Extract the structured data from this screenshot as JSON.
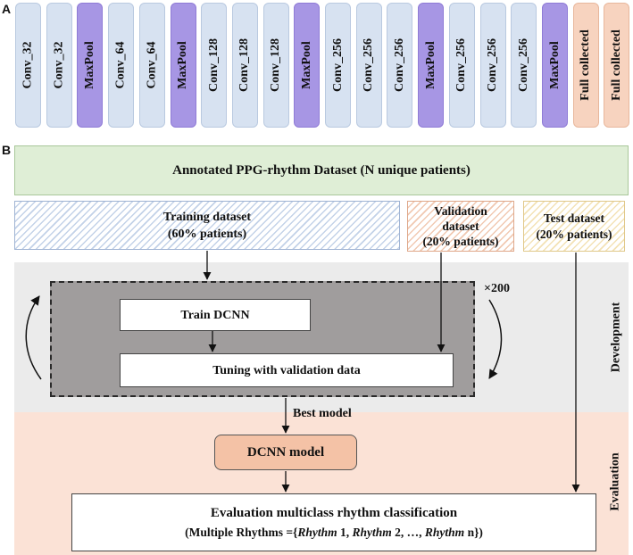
{
  "panel_a": {
    "letter": "A",
    "layers": [
      {
        "label": "Conv_32",
        "kind": "conv"
      },
      {
        "label": "Conv_32",
        "kind": "conv"
      },
      {
        "label": "MaxPool",
        "kind": "pool"
      },
      {
        "label": "Conv_64",
        "kind": "conv"
      },
      {
        "label": "Conv_64",
        "kind": "conv"
      },
      {
        "label": "MaxPool",
        "kind": "pool"
      },
      {
        "label": "Conv_128",
        "kind": "conv"
      },
      {
        "label": "Conv_128",
        "kind": "conv"
      },
      {
        "label": "Conv_128",
        "kind": "conv"
      },
      {
        "label": "MaxPool",
        "kind": "pool"
      },
      {
        "label": "Conv_256",
        "kind": "conv"
      },
      {
        "label": "Conv_256",
        "kind": "conv"
      },
      {
        "label": "Conv_256",
        "kind": "conv"
      },
      {
        "label": "MaxPool",
        "kind": "pool"
      },
      {
        "label": "Conv_256",
        "kind": "conv"
      },
      {
        "label": "Conv_256",
        "kind": "conv"
      },
      {
        "label": "Conv_256",
        "kind": "conv"
      },
      {
        "label": "MaxPool",
        "kind": "pool"
      },
      {
        "label": "Full collected",
        "kind": "fc"
      },
      {
        "label": "Full collected",
        "kind": "fc"
      }
    ]
  },
  "panel_b": {
    "letter": "B",
    "dataset": "Annotated PPG-rhythm Dataset (N unique patients)",
    "training": {
      "line1": "Training dataset",
      "line2": "(60% patients)"
    },
    "validation": {
      "line1": "Validation",
      "line2": "dataset",
      "line3": "(20% patients)"
    },
    "test": {
      "line1": "Test dataset",
      "line2": "(20% patients)"
    },
    "train_dcnn": "Train DCNN",
    "tuning": "Tuning with validation data",
    "repeat": "×200",
    "development_label": "Development",
    "best_model": "Best model",
    "dcnn_model": "DCNN model",
    "evaluation_label": "Evaluation",
    "eval_title": "Evaluation multiclass rhythm classification",
    "eval_sub": {
      "prefix": "(Multiple  Rhythms ={",
      "r1": "Rhythm",
      "n1": " 1, ",
      "r2": "Rhythm",
      "n2": " 2, …, ",
      "rn": "Rhythm",
      "nn": " n})"
    }
  },
  "colors": {
    "conv": "#d7e2f1",
    "maxpool": "#a796e4",
    "full": "#f7d3bf",
    "dataset": "#dfeed6",
    "development_band": "#ebebeb",
    "evaluation_band": "#fbe2d6",
    "loop_box": "#a09d9d",
    "dcnn_model": "#f4c2a6"
  }
}
